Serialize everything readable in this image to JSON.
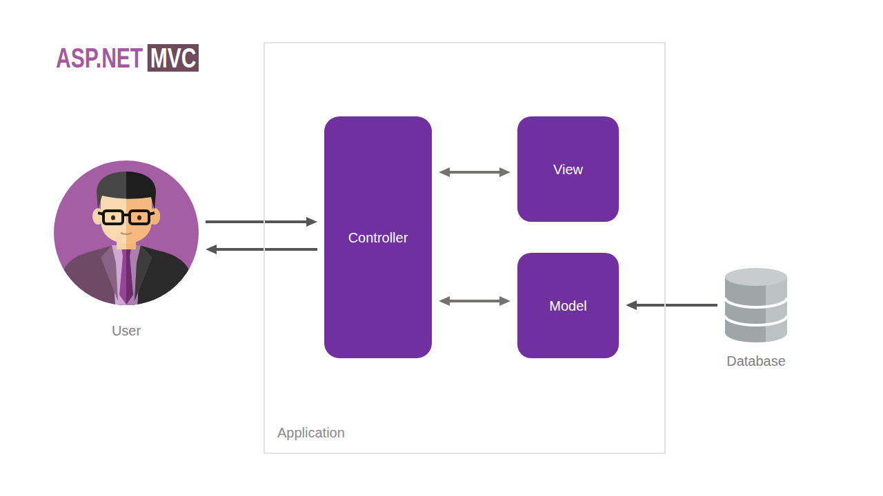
{
  "diagram": {
    "nodes": [
      {
        "text": [
          "User"
        ]
      },
      {
        "text": [
          "Application"
        ]
      },
      {
        "text": [
          "Controller"
        ],
        "in": 1
      },
      {
        "text": [
          "View"
        ],
        "in": 1
      },
      {
        "text": [
          "Model"
        ],
        "in": 1
      },
      {
        "text": [
          "Database"
        ]
      }
    ],
    "edges": [
      {
        "from": 0,
        "to": 2,
        "arrow": "to"
      },
      {
        "from": 2,
        "to": 0,
        "arrow": "to"
      },
      {
        "from": 2,
        "to": 3,
        "arrow": "both"
      },
      {
        "from": 2,
        "to": 4,
        "arrow": "both"
      },
      {
        "from": 5,
        "to": 4,
        "arrow": "to"
      }
    ],
    "labels": [
      "ASP.NET",
      "MVC"
    ]
  }
}
